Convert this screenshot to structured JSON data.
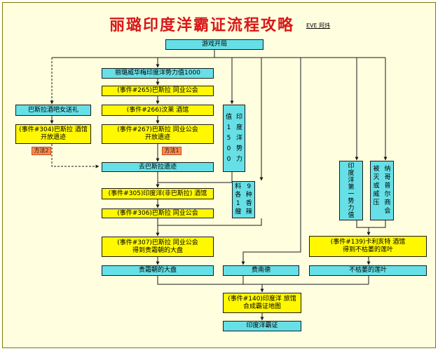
{
  "header": {
    "title": "丽璐印度洋霸证流程攻略",
    "author": "EVE 阿炜"
  },
  "nodes": {
    "start": "游戏开局",
    "power1000": "丽璐威华梅印度洋势力值1000",
    "e265": "(事件#265)巴斯拉 同业公会",
    "e266": "(事件#266)汶莱 酒馆",
    "e267": "(事件#267)巴斯拉 同业公会\n开放遗迹",
    "gift": "巴斯拉酒吧女送礼",
    "e304": "(事件#304)巴斯拉 酒馆\n开放遗迹",
    "goRuins": "去巴斯拉遗迹",
    "e305": "(事件#305)印度洋(非巴斯拉) 酒馆",
    "e306": "(事件#306)巴斯拉 同业公会",
    "e307": "(事件#307)巴斯拉 同业公会\n得到贵霜朝的大盘",
    "plate": "贵霜朝的大盘",
    "fenande": "费南德",
    "e140": "(事件#140)印度洋 旅馆\n合成霸证地图",
    "final": "印度洋霸证",
    "e139": "(事件#139)卡利亥特 酒馆\n得到不枯萎的莲叶",
    "lotus": "不枯萎的莲叶"
  },
  "vertical_nodes": {
    "power1500": [
      "值",
      "印",
      "1",
      "度",
      "5",
      "洋",
      "0",
      "势",
      "0",
      "力"
    ],
    "spices": [
      "料",
      "9",
      "各",
      "种",
      "1",
      "香",
      "艘",
      "辣"
    ],
    "firstPower": [
      "印",
      "度",
      "洋",
      "第",
      "一",
      "势",
      "力",
      "值"
    ],
    "nagapur": [
      "被",
      "纳",
      "灭",
      "哥",
      "或",
      "普",
      "威",
      "尔",
      "压",
      "商",
      "",
      "会"
    ]
  },
  "badges": {
    "method2": "方法2",
    "method1": "方法1"
  },
  "colors": {
    "cyan": "#66e0e6",
    "yellow": "#fff800",
    "title_red": "#d81818",
    "badge_orange": "#ff8a50",
    "background": "#ffffe0"
  }
}
